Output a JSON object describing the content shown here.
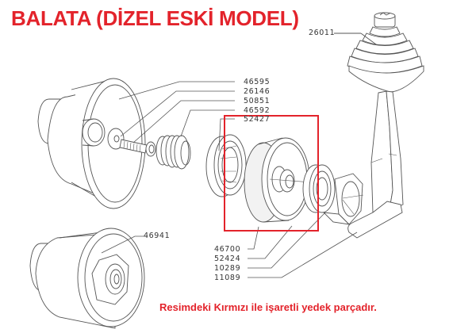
{
  "title": "BALATA (DİZEL ESKİ MODEL)",
  "footer_note": "Resimdeki Kırmızı ile işaretli yedek parçadır.",
  "colors": {
    "accent_red": "#e3232b",
    "line": "#555555",
    "label_text": "#333333"
  },
  "part_labels": {
    "p26011": "26011",
    "p46595": "46595",
    "p26146": "26146",
    "p50851": "50851",
    "p46592": "46592",
    "p52427": "52427",
    "p46941": "46941",
    "p46700": "46700",
    "p52424": "52424",
    "p10289": "10289",
    "p11089": "11089"
  },
  "highlight": {
    "part": "46700",
    "description": "red-marked spare part (brake pad / balata)"
  }
}
